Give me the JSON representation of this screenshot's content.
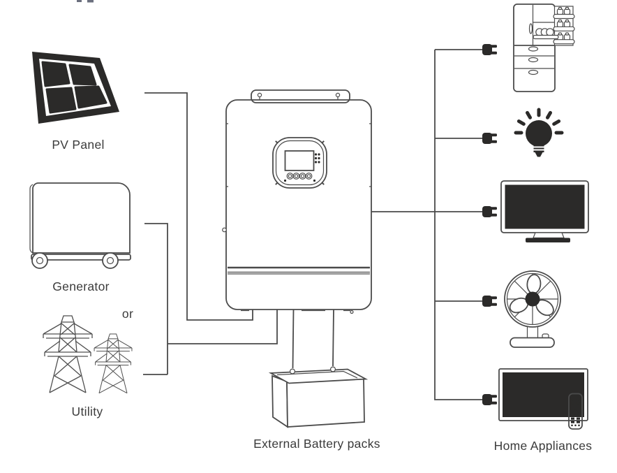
{
  "diagram": {
    "labels": {
      "pv_panel": "PV Panel",
      "generator": "Generator",
      "conjunction": "or",
      "utility": "Utility",
      "battery": "External Battery packs",
      "home_appliances": "Home Appliances"
    },
    "icons": [
      "solar-panel-icon",
      "generator-icon",
      "transmission-tower-icon",
      "inverter-icon",
      "battery-pack-icon",
      "power-plug-icon",
      "refrigerator-icon",
      "light-bulb-icon",
      "tv-icon",
      "fan-icon",
      "tv-remote-icon"
    ],
    "colors": {
      "background": "#ffffff",
      "line": "#4b4b4b",
      "ink": "#2b2a29",
      "text": "#3b3b3b"
    }
  }
}
